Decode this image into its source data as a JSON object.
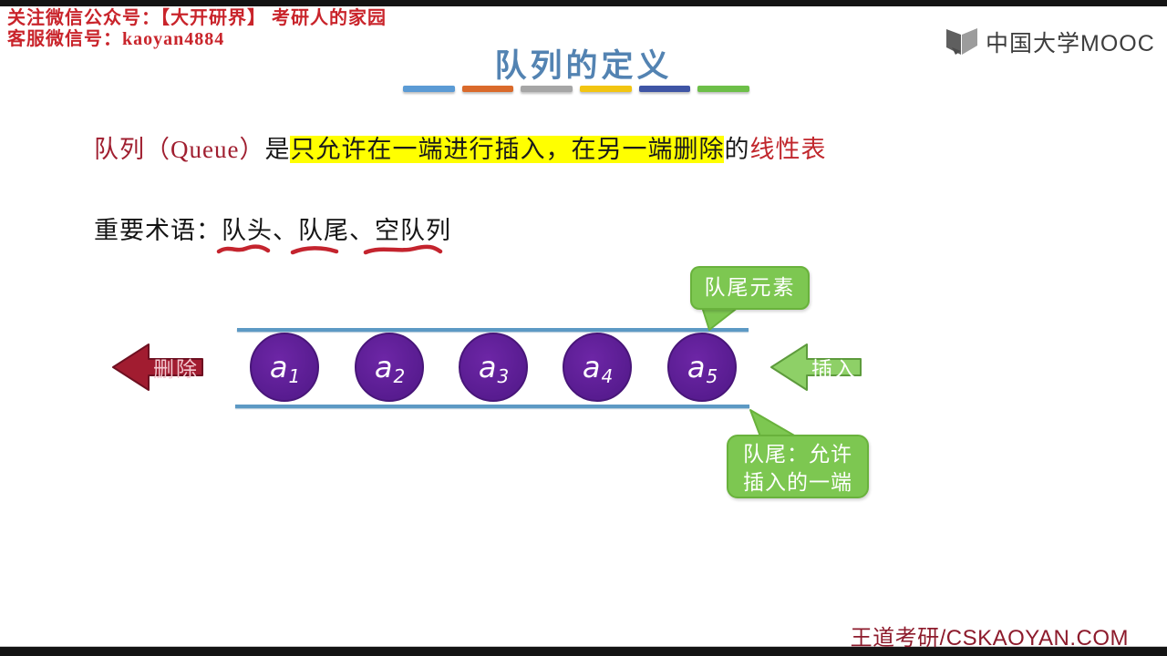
{
  "header": {
    "promo_line1": "关注微信公众号：【大开研界】 考研人的家园",
    "promo_line2": "客服微信号：kaoyan4884",
    "title": "队列的定义",
    "logo_text": "中国大学MOOC",
    "logo_icon": "open-book-icon"
  },
  "decor": {
    "bar_colors": [
      "#5b9bd5",
      "#da6a2b",
      "#a6a6a6",
      "#f2c511",
      "#3f55a5",
      "#6dbf48"
    ]
  },
  "definition": {
    "prefix": "队列（Queue）",
    "verb": "是",
    "highlight": "只允许在一端进行插入，在另一端删除",
    "particle": "的",
    "suffix": "线性表"
  },
  "terms": {
    "label": "重要术语：",
    "term_head": "队头",
    "sep1": "、",
    "term_tail": "队尾",
    "sep2": "、",
    "term_empty": "空队列"
  },
  "diagram": {
    "nodes": [
      {
        "base": "a",
        "sub": "1"
      },
      {
        "base": "a",
        "sub": "2"
      },
      {
        "base": "a",
        "sub": "3"
      },
      {
        "base": "a",
        "sub": "4"
      },
      {
        "base": "a",
        "sub": "5"
      }
    ],
    "delete_label": "删除",
    "insert_label": "插入",
    "callout_tail_element": "队尾元素",
    "callout_tail_line1": "队尾：允许",
    "callout_tail_line2": "插入的一端"
  },
  "footer": {
    "watermark": "王道考研/CSKAOYAN.COM"
  },
  "colors": {
    "promo_red": "#c9242b",
    "title_blue": "#5383b2",
    "highlight_yellow": "#ffff00",
    "definition_red": "#a01f30",
    "term_red": "#c1272d",
    "queue_purple": "#581c90",
    "rail_blue": "#5c99c4",
    "callout_green": "#7dc751",
    "insert_green": "#8ed067",
    "delete_red": "#a11c30",
    "watermark_red": "#8d1b2c"
  }
}
